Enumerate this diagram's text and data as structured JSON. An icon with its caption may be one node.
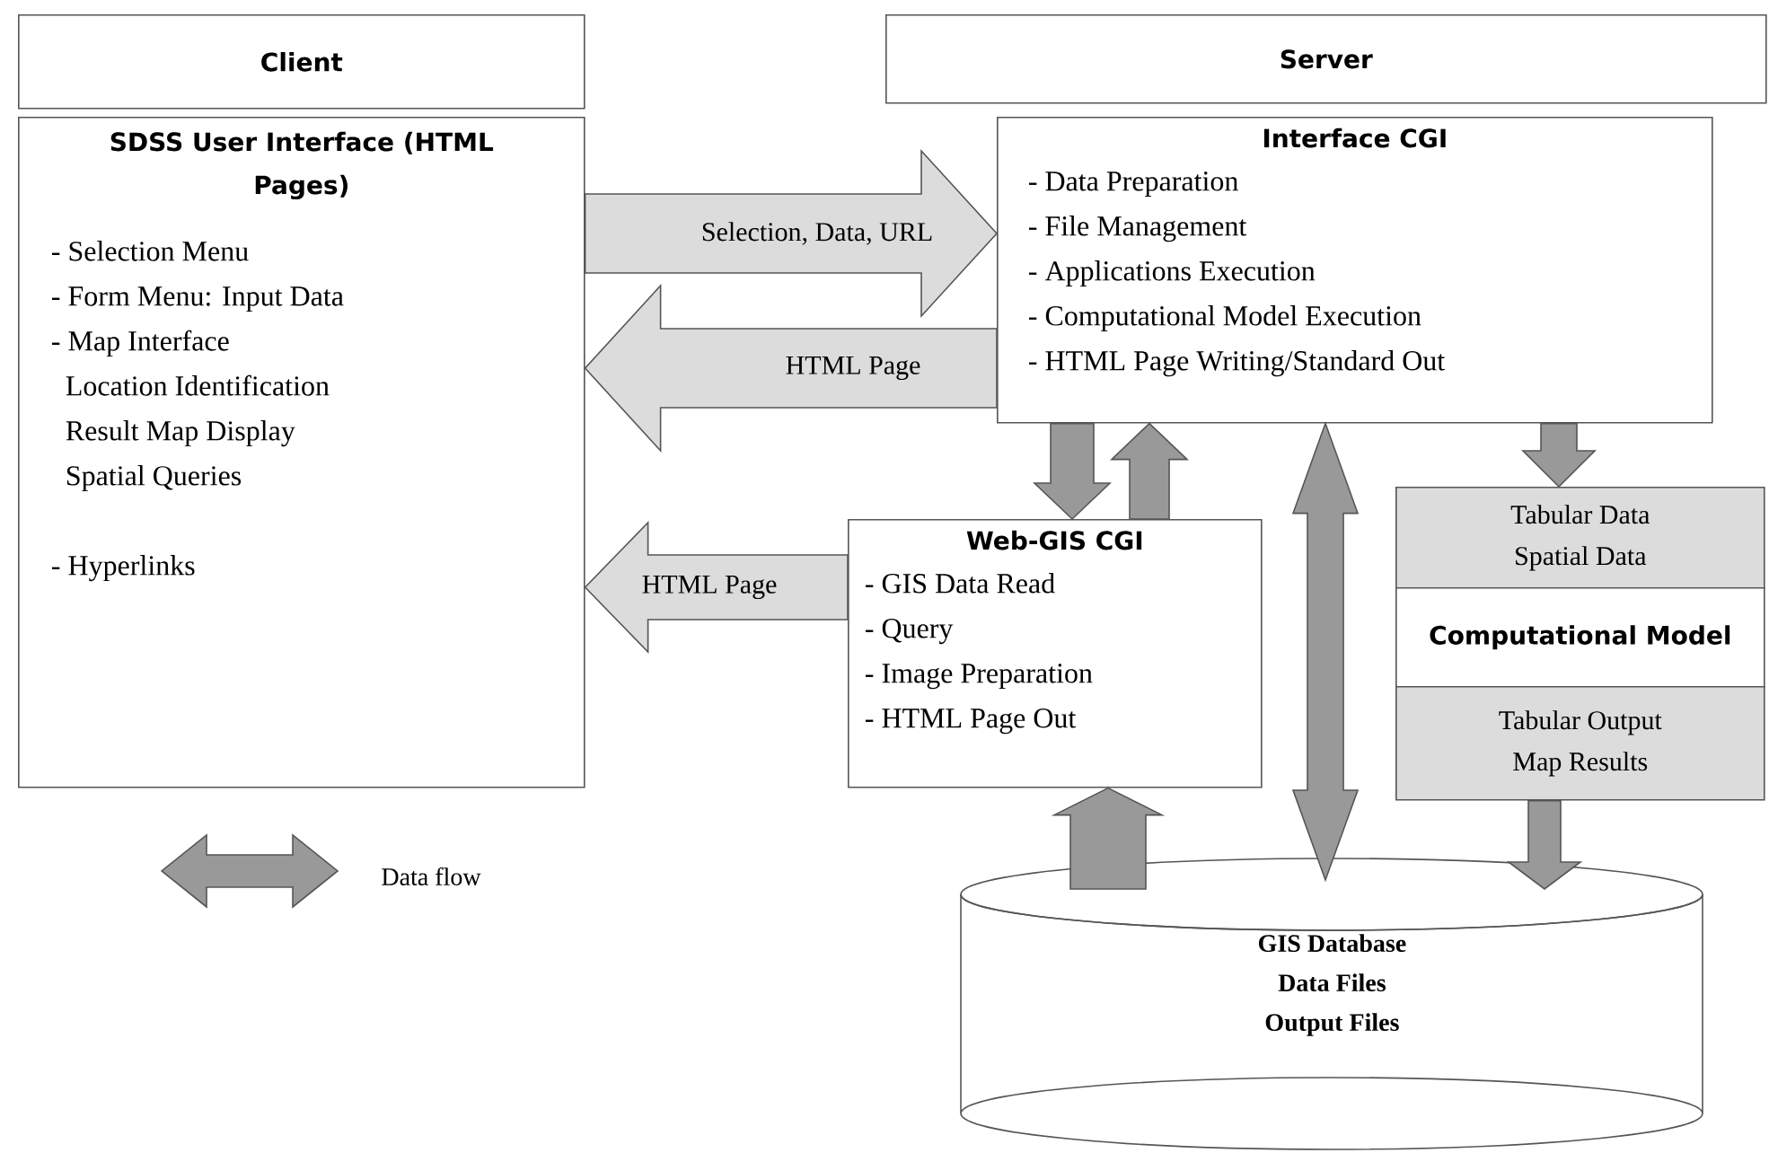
{
  "diagram": {
    "nodes": [
      {
        "text": [
          "Client"
        ]
      },
      {
        "text": [
          "Server"
        ]
      },
      {
        "text": [
          "SDSS User Interface (HTML Pages)",
          "- Selection Menu",
          "- Form Menu: Input Data",
          "- Map Interface",
          "Location Identification",
          "Result Map Display",
          "Spatial Queries",
          "- Hyperlinks"
        ]
      },
      {
        "text": [
          "Interface CGI",
          "- Data Preparation",
          "- File Management",
          "- Applications Execution",
          "- Computational Model Execution",
          "- HTML Page Writing/Standard Out"
        ]
      },
      {
        "text": [
          "Web-GIS CGI",
          "- GIS Data Read",
          "- Query",
          "- Image Preparation",
          "- HTML Page Out"
        ]
      },
      {
        "text": [
          "Tabular Data",
          "Spatial Data"
        ]
      },
      {
        "text": [
          "Computational Model"
        ]
      },
      {
        "text": [
          "Tabular Output",
          "Map Results"
        ]
      },
      {
        "text": [
          "GIS Database",
          "Data Files",
          "Output Files"
        ]
      }
    ],
    "edges": [
      {
        "from": 2,
        "to": 3,
        "arrow": "to",
        "label": "Selection, Data, URL",
        "color": "#dcdcdc"
      },
      {
        "from": 3,
        "to": 2,
        "arrow": "to",
        "label": "HTML Page",
        "color": "#dcdcdc"
      },
      {
        "from": 4,
        "to": 2,
        "arrow": "to",
        "label": "HTML Page",
        "color": "#dcdcdc"
      },
      {
        "from": 3,
        "to": 4,
        "arrow": "to"
      },
      {
        "from": 4,
        "to": 3,
        "arrow": "to"
      },
      {
        "from": 3,
        "to": 8,
        "arrow": "both"
      },
      {
        "from": 3,
        "to": 5,
        "arrow": "to"
      },
      {
        "from": 7,
        "to": 8,
        "arrow": "to"
      },
      {
        "from": 8,
        "to": 4,
        "arrow": "to"
      }
    ],
    "legend": [
      {
        "text": "Data flow"
      }
    ]
  }
}
